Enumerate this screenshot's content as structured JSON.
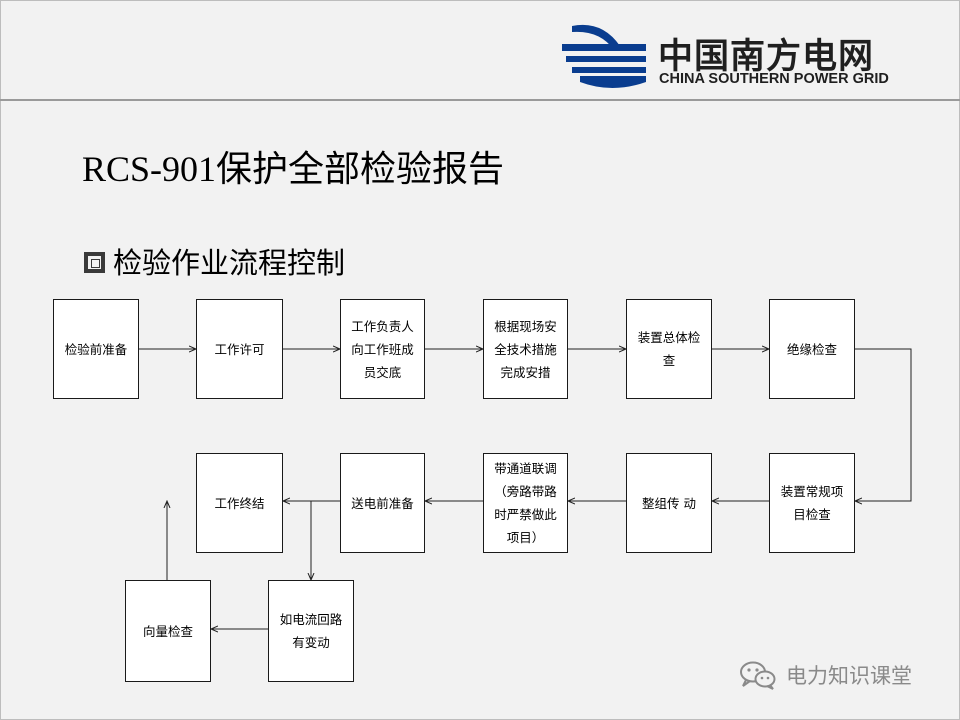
{
  "logo": {
    "name_cn": "中国南方电网",
    "name_en": "CHINA SOUTHERN POWER GRID",
    "icon": "csg-emblem-icon"
  },
  "title": "RCS-901保护全部检验报告",
  "section": {
    "bullet_icon": "square-bullet-icon",
    "heading": "检验作业流程控制"
  },
  "flowchart": {
    "nodes": [
      {
        "id": "n1",
        "label": "检验前准备"
      },
      {
        "id": "n2",
        "label": "工作许可"
      },
      {
        "id": "n3",
        "label": "工作负责人\n向工作班成\n员交底"
      },
      {
        "id": "n4",
        "label": "根据现场安\n全技术措施\n完成安措"
      },
      {
        "id": "n5",
        "label": "装置总体检\n查"
      },
      {
        "id": "n6",
        "label": "绝缘检查"
      },
      {
        "id": "n7",
        "label": "装置常规项\n目检查"
      },
      {
        "id": "n8",
        "label": "整组传  动"
      },
      {
        "id": "n9",
        "label": "带通道联调\n（旁路带路\n时严禁做此\n项目）"
      },
      {
        "id": "n10",
        "label": "送电前准备"
      },
      {
        "id": "n11",
        "label": "工作终结"
      },
      {
        "id": "n12",
        "label": "如电流回路\n有变动"
      },
      {
        "id": "n13",
        "label": "向量检查"
      }
    ],
    "edges": [
      {
        "from": "n1",
        "to": "n2"
      },
      {
        "from": "n2",
        "to": "n3"
      },
      {
        "from": "n3",
        "to": "n4"
      },
      {
        "from": "n4",
        "to": "n5"
      },
      {
        "from": "n5",
        "to": "n6"
      },
      {
        "from": "n6",
        "to": "n7"
      },
      {
        "from": "n7",
        "to": "n8"
      },
      {
        "from": "n8",
        "to": "n9"
      },
      {
        "from": "n9",
        "to": "n10"
      },
      {
        "from": "n10",
        "to": "n11"
      },
      {
        "from": "n10",
        "to": "n12"
      },
      {
        "from": "n12",
        "to": "n13"
      },
      {
        "from": "n13",
        "to": "n11"
      }
    ]
  },
  "watermark": {
    "icon": "wechat-icon",
    "text": "电力知识课堂"
  }
}
